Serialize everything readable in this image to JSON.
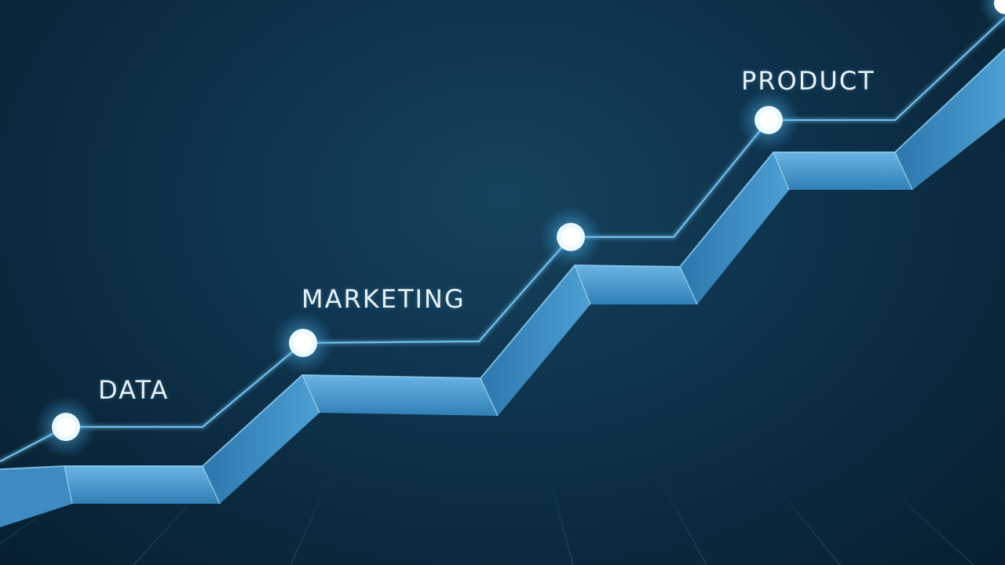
{
  "milestones": [
    {
      "label": "DATA"
    },
    {
      "label": "MARKETING"
    },
    {
      "label": "PRODUCT"
    }
  ],
  "colors": {
    "background": "#0c2a3e",
    "ribbon": "#3d8fc6",
    "ribbon_highlight": "#6fb6e3",
    "line": "#5fb3e0",
    "node": "#ffffff",
    "label": "#e6f2f8"
  }
}
